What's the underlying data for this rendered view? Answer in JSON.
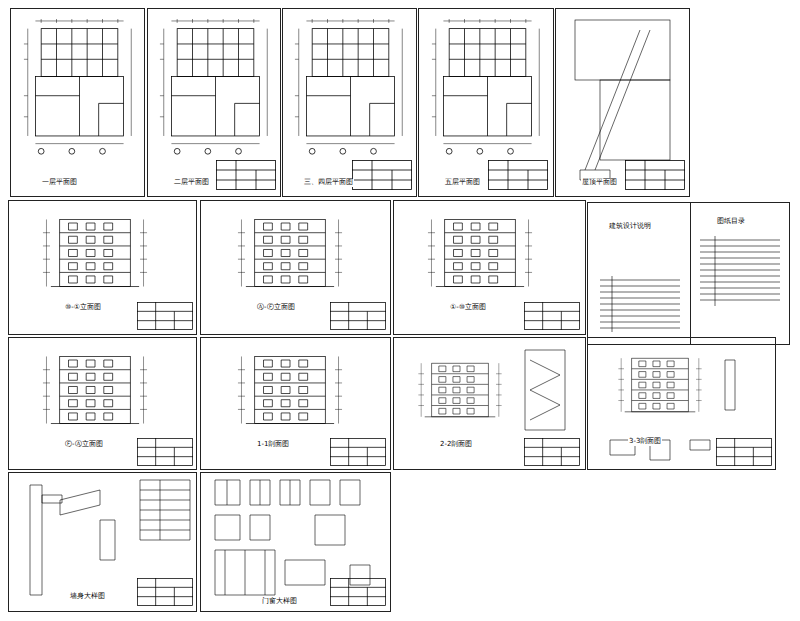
{
  "diagram": {
    "nodes": [
      {
        "text": [
          "一层平面图"
        ]
      },
      {
        "text": [
          "二层平面图"
        ]
      },
      {
        "text": [
          "三、四层平面图"
        ]
      },
      {
        "text": [
          "五层平面图"
        ]
      },
      {
        "text": [
          "屋顶平面图"
        ]
      },
      {
        "text": [
          "⑩-①立面图"
        ]
      },
      {
        "text": [
          "Ⓐ-Ⓕ立面图"
        ]
      },
      {
        "text": [
          "①-⑩立面图"
        ]
      },
      {
        "text": [
          "建筑设计说明"
        ]
      },
      {
        "text": [
          "图纸目录"
        ]
      },
      {
        "text": [
          "Ⓕ-Ⓐ立面图"
        ]
      },
      {
        "text": [
          "1-1剖面图"
        ]
      },
      {
        "text": [
          "2-2剖面图"
        ]
      },
      {
        "text": [
          "3-3剖面图"
        ]
      },
      {
        "text": [
          "墙身大样图"
        ]
      },
      {
        "text": [
          "门窗大样图"
        ]
      }
    ]
  }
}
